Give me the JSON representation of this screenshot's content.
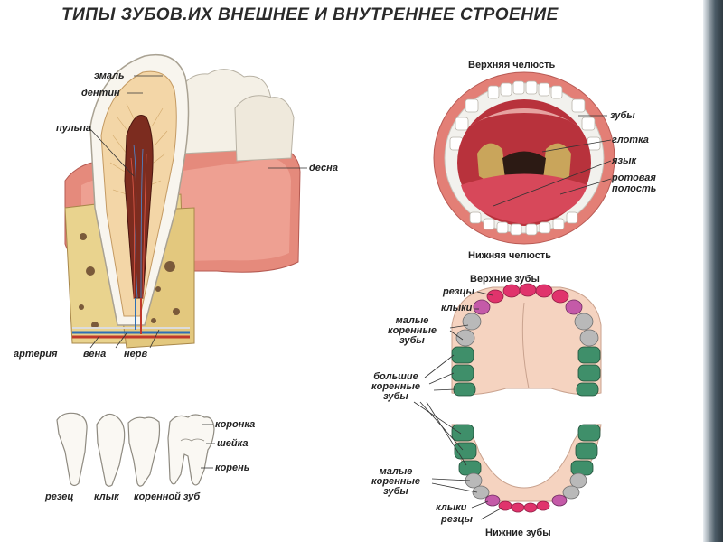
{
  "title": "ТИПЫ ЗУБОВ.ИХ ВНЕШНЕЕ И ВНУТРЕННЕЕ СТРОЕНИЕ",
  "tooth_section": {
    "enamel": "эмаль",
    "dentin": "дентин",
    "pulp": "пульпа",
    "gum": "десна",
    "artery": "артерия",
    "vein": "вена",
    "nerve": "нерв"
  },
  "tooth_types": {
    "incisor": "резец",
    "canine": "клык",
    "molar": "коренной зуб",
    "crown": "коронка",
    "neck": "шейка",
    "root": "корень"
  },
  "mouth": {
    "upper_jaw": "Верхняя челюсть",
    "lower_jaw": "Нижняя челюсть",
    "teeth": "зубы",
    "pharynx": "глотка",
    "tongue": "язык",
    "oral_cavity_1": "ротовая",
    "oral_cavity_2": "полость"
  },
  "dental_arches": {
    "upper_teeth": "Верхние зубы",
    "lower_teeth": "Нижние зубы",
    "incisors": "резцы",
    "canines": "клыки",
    "premolars_1": "малые",
    "premolars_2": "коренные",
    "premolars_3": "зубы",
    "molars_1": "большие",
    "molars_2": "коренные",
    "molars_3": "зубы",
    "lower_premolars_1": "малые",
    "lower_premolars_2": "коренные",
    "lower_premolars_3": "зубы",
    "lower_canines": "клыки",
    "lower_incisors": "резцы"
  },
  "colors": {
    "enamel": "#f7f4ee",
    "gum": "#e07a6e",
    "bone": "#e8d08a",
    "pulp": "#7a2a1e",
    "mouth_lip": "#d9534f",
    "palate": "#e7b49c",
    "incisor_tooth": "#e0336c",
    "canine_tooth": "#c45aa8",
    "premolar_tooth": "#b9b9b9",
    "molar_tooth": "#3f8f6a"
  }
}
